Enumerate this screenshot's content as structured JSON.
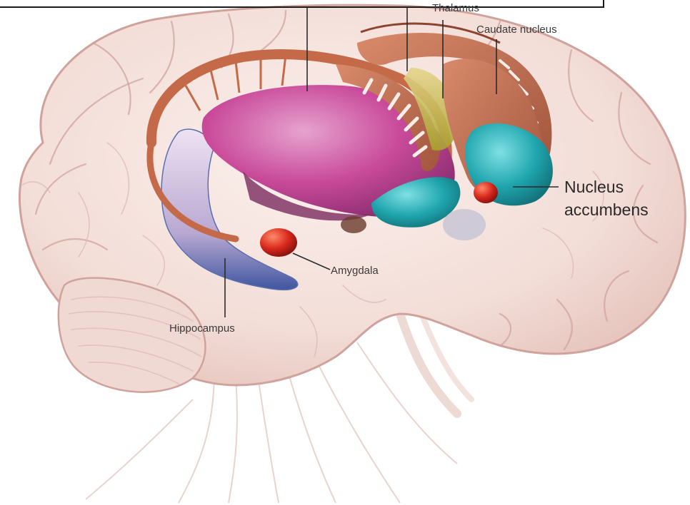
{
  "labels": {
    "thalamus": "Thalamus",
    "caudate_nucleus": "Caudate nucleus",
    "nucleus_accumbens_line1": "Nucleus",
    "nucleus_accumbens_line2": "accumbens",
    "amygdala": "Amygdala",
    "hippocampus": "Hippocampus"
  },
  "colors": {
    "brain": "#f4e1dc",
    "brain_outline": "#cfa39c",
    "putamen": "#c94a9a",
    "caudate": "#b8694d",
    "accumbens": "#1fa5ad",
    "amygdala": "#d8281c",
    "hippocampus": "#5a6fae",
    "thalamus": "#c3b840"
  }
}
